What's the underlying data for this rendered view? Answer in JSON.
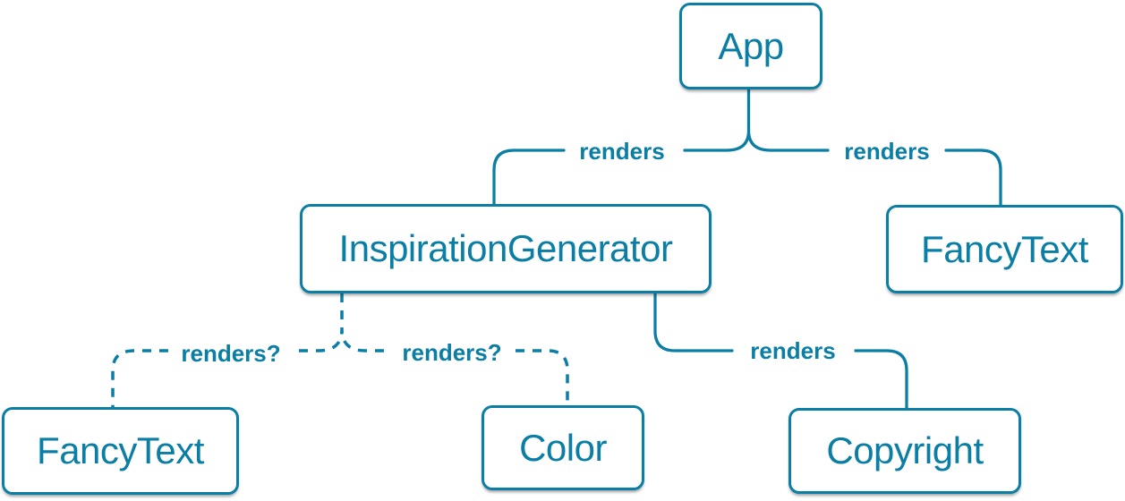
{
  "diagram": {
    "background_color": "#ffffff",
    "accent_color": "#0a7ea4",
    "nodes": [
      {
        "id": "app",
        "label": "App"
      },
      {
        "id": "inspiration-generator",
        "label": "InspirationGenerator"
      },
      {
        "id": "fancy-text-top",
        "label": "FancyText"
      },
      {
        "id": "fancy-text-bottom",
        "label": "FancyText"
      },
      {
        "id": "color",
        "label": "Color"
      },
      {
        "id": "copyright",
        "label": "Copyright"
      }
    ],
    "edges": [
      {
        "from": "App",
        "to": "InspirationGenerator",
        "label": "renders",
        "style": "solid"
      },
      {
        "from": "App",
        "to": "FancyText",
        "label": "renders",
        "style": "solid"
      },
      {
        "from": "InspirationGenerator",
        "to": "FancyText",
        "label": "renders?",
        "style": "dashed"
      },
      {
        "from": "InspirationGenerator",
        "to": "Color",
        "label": "renders?",
        "style": "dashed"
      },
      {
        "from": "InspirationGenerator",
        "to": "Copyright",
        "label": "renders",
        "style": "solid"
      }
    ]
  }
}
